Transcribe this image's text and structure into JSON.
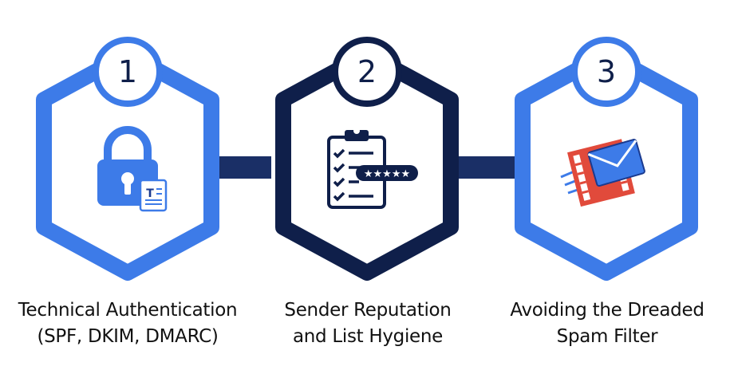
{
  "colors": {
    "blue": "#3d7be8",
    "navy": "#0f1f4a",
    "red": "#e14a3b",
    "white": "#ffffff"
  },
  "steps": [
    {
      "number": "1",
      "icon": "padlock-document-icon",
      "line1": "Technical Authentication",
      "line2": "(SPF, DKIM, DMARC)",
      "color": "#3d7be8"
    },
    {
      "number": "2",
      "icon": "checklist-rating-icon",
      "line1": "Sender Reputation",
      "line2": "and List Hygiene",
      "color": "#0f1f4a"
    },
    {
      "number": "3",
      "icon": "envelope-filter-icon",
      "line1": "Avoiding the Dreaded",
      "line2": "Spam Filter",
      "color": "#3d7be8"
    }
  ]
}
